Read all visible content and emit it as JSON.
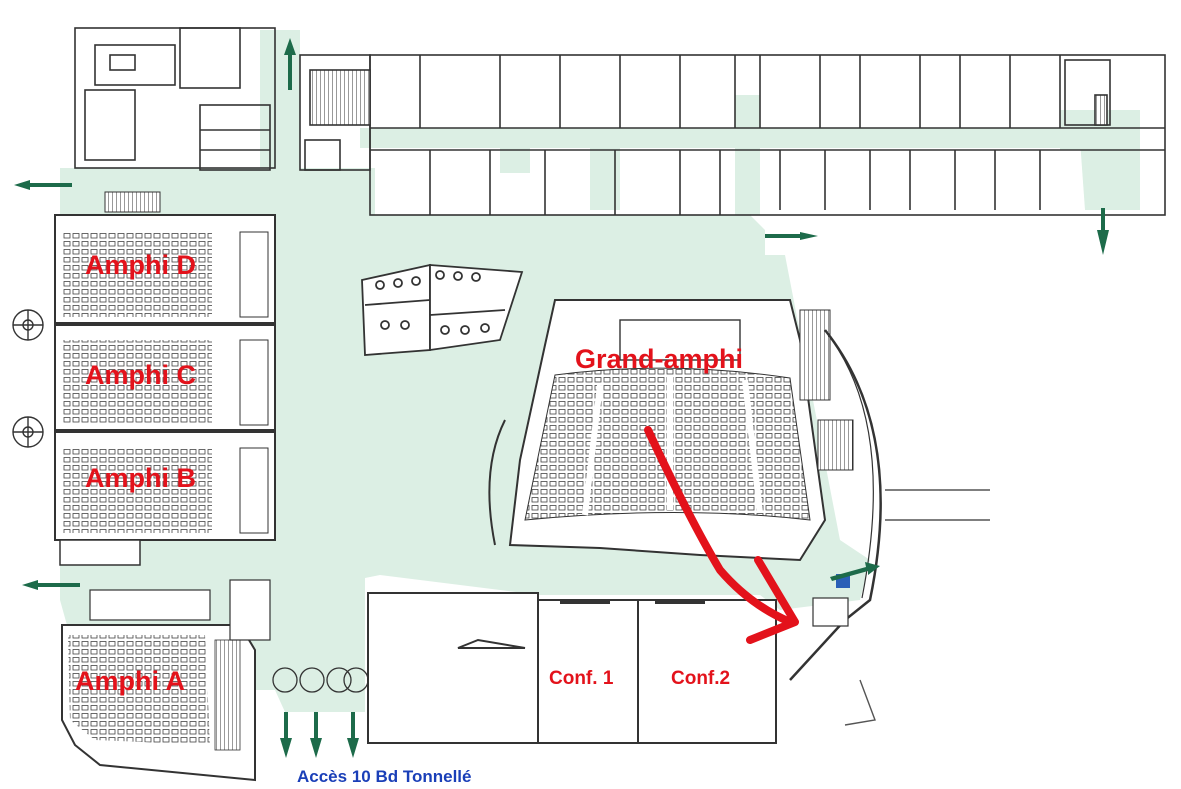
{
  "map": {
    "rooms": {
      "amphi_d": "Amphi D",
      "amphi_c": "Amphi C",
      "amphi_b": "Amphi B",
      "amphi_a": "Amphi A",
      "grand_amphi": "Grand-amphi",
      "conf_1": "Conf. 1",
      "conf_2": "Conf.2"
    },
    "access_label": "Accès 10 Bd Tonnellé"
  },
  "colors": {
    "corridor": "#dcefe4",
    "walls": "#3a3a3a",
    "exit_arrow": "#1d6b4a",
    "route_arrow": "#e3121b",
    "room_label": "#e3121b",
    "access_label": "#1a3fb8"
  },
  "icons": [
    "exit-arrow-icon",
    "route-arrow-icon",
    "spiral-stair-icon"
  ]
}
